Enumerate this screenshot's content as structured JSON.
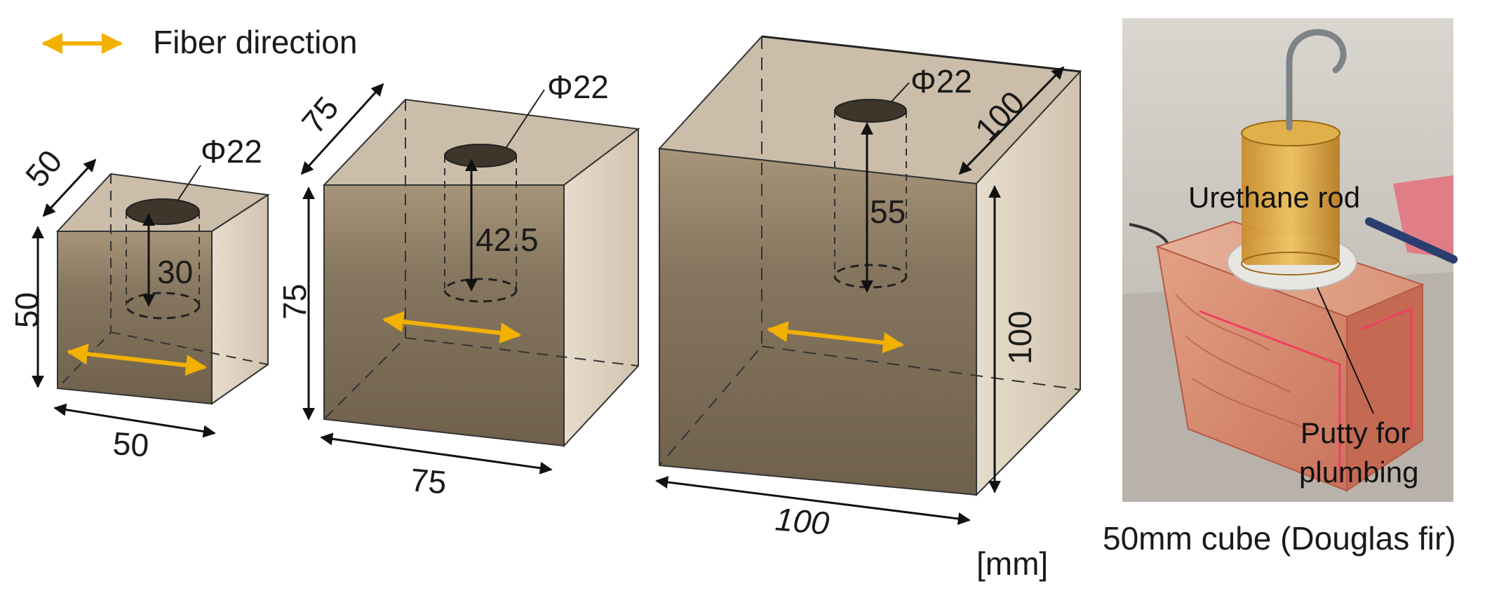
{
  "legend": {
    "label": "Fiber direction"
  },
  "units_label": "[mm]",
  "cubes": {
    "small": {
      "width": "50",
      "depth": "50",
      "height": "50",
      "hole_diameter": "Φ22",
      "hole_depth": "30"
    },
    "medium": {
      "width": "75",
      "depth": "75",
      "height": "75",
      "hole_diameter": "Φ22",
      "hole_depth": "42.5"
    },
    "large": {
      "width": "100",
      "depth": "100",
      "height": "100",
      "hole_diameter": "Φ22",
      "hole_depth": "55"
    }
  },
  "photo": {
    "rod_label": "Urethane rod",
    "putty_label_line1": "Putty for",
    "putty_label_line2": "plumbing",
    "caption": "50mm cube (Douglas fir)"
  },
  "colors": {
    "fiber_arrow": "#F2B100",
    "cube_front": "#7A6A55",
    "cube_top": "#CFC1AE",
    "cube_side": "#DCD0C0",
    "wood": "#D9826A"
  }
}
